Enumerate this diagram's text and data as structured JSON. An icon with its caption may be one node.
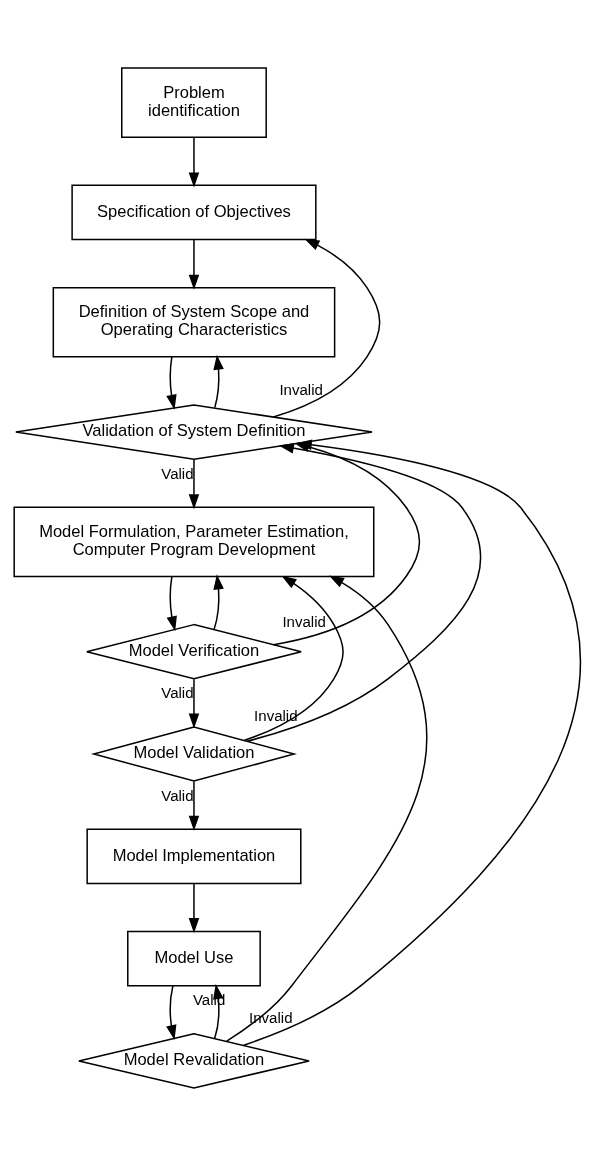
{
  "diagram": {
    "nodes": [
      {
        "text": [
          "Problem identification"
        ]
      },
      {
        "text": [
          "Specification of Objectives"
        ]
      },
      {
        "text": [
          "Definition of System Scope and Operating Characteristics"
        ]
      },
      {
        "text": [
          "Validation of System Definition"
        ]
      },
      {
        "text": [
          "Model Formulation, Parameter Estimation, Computer Program Development"
        ]
      },
      {
        "text": [
          "Model Verification"
        ]
      },
      {
        "text": [
          "Model Validation"
        ]
      },
      {
        "text": [
          "Model Implementation"
        ]
      },
      {
        "text": [
          "Model Use"
        ]
      },
      {
        "text": [
          "Model Revalidation"
        ]
      }
    ],
    "edges": [
      {
        "from": 0,
        "to": 1,
        "arrow": "to"
      },
      {
        "from": 1,
        "to": 2,
        "arrow": "to"
      },
      {
        "from": 2,
        "to": 3,
        "arrow": "to"
      },
      {
        "from": 3,
        "to": 1,
        "arrow": "to",
        "label": "Invalid"
      },
      {
        "from": 3,
        "to": 2,
        "arrow": "to"
      },
      {
        "from": 3,
        "to": 4,
        "arrow": "to",
        "label": "Valid"
      },
      {
        "from": 4,
        "to": 5,
        "arrow": "to"
      },
      {
        "from": 5,
        "to": 3,
        "arrow": "to",
        "label": "Invalid"
      },
      {
        "from": 5,
        "to": 4,
        "arrow": "to"
      },
      {
        "from": 5,
        "to": 6,
        "arrow": "to",
        "label": "Valid"
      },
      {
        "from": 6,
        "to": 3,
        "arrow": "to",
        "label": "Invalid"
      },
      {
        "from": 6,
        "to": 4,
        "arrow": "to"
      },
      {
        "from": 6,
        "to": 7,
        "arrow": "to",
        "label": "Valid"
      },
      {
        "from": 7,
        "to": 8,
        "arrow": "to"
      },
      {
        "from": 8,
        "to": 9,
        "arrow": "to"
      },
      {
        "from": 9,
        "to": 8,
        "arrow": "to",
        "label": "Valid"
      },
      {
        "from": 9,
        "to": 3,
        "arrow": "to",
        "label": "Invalid"
      },
      {
        "from": 9,
        "to": 4,
        "arrow": "to"
      }
    ]
  }
}
